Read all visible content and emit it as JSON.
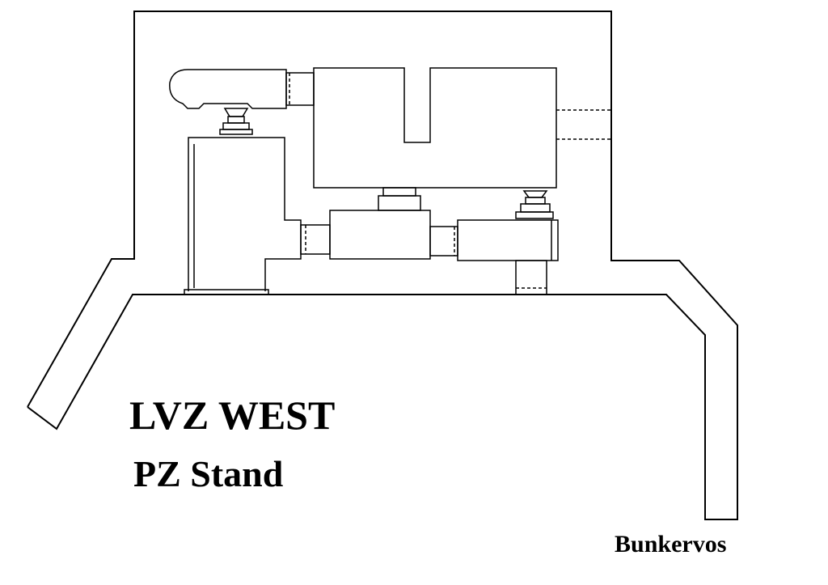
{
  "title": {
    "line1": "LVZ  WEST",
    "line2": "PZ Stand"
  },
  "credit": "Bunkervos",
  "colors": {
    "line": "#000000",
    "background": "#ffffff"
  }
}
